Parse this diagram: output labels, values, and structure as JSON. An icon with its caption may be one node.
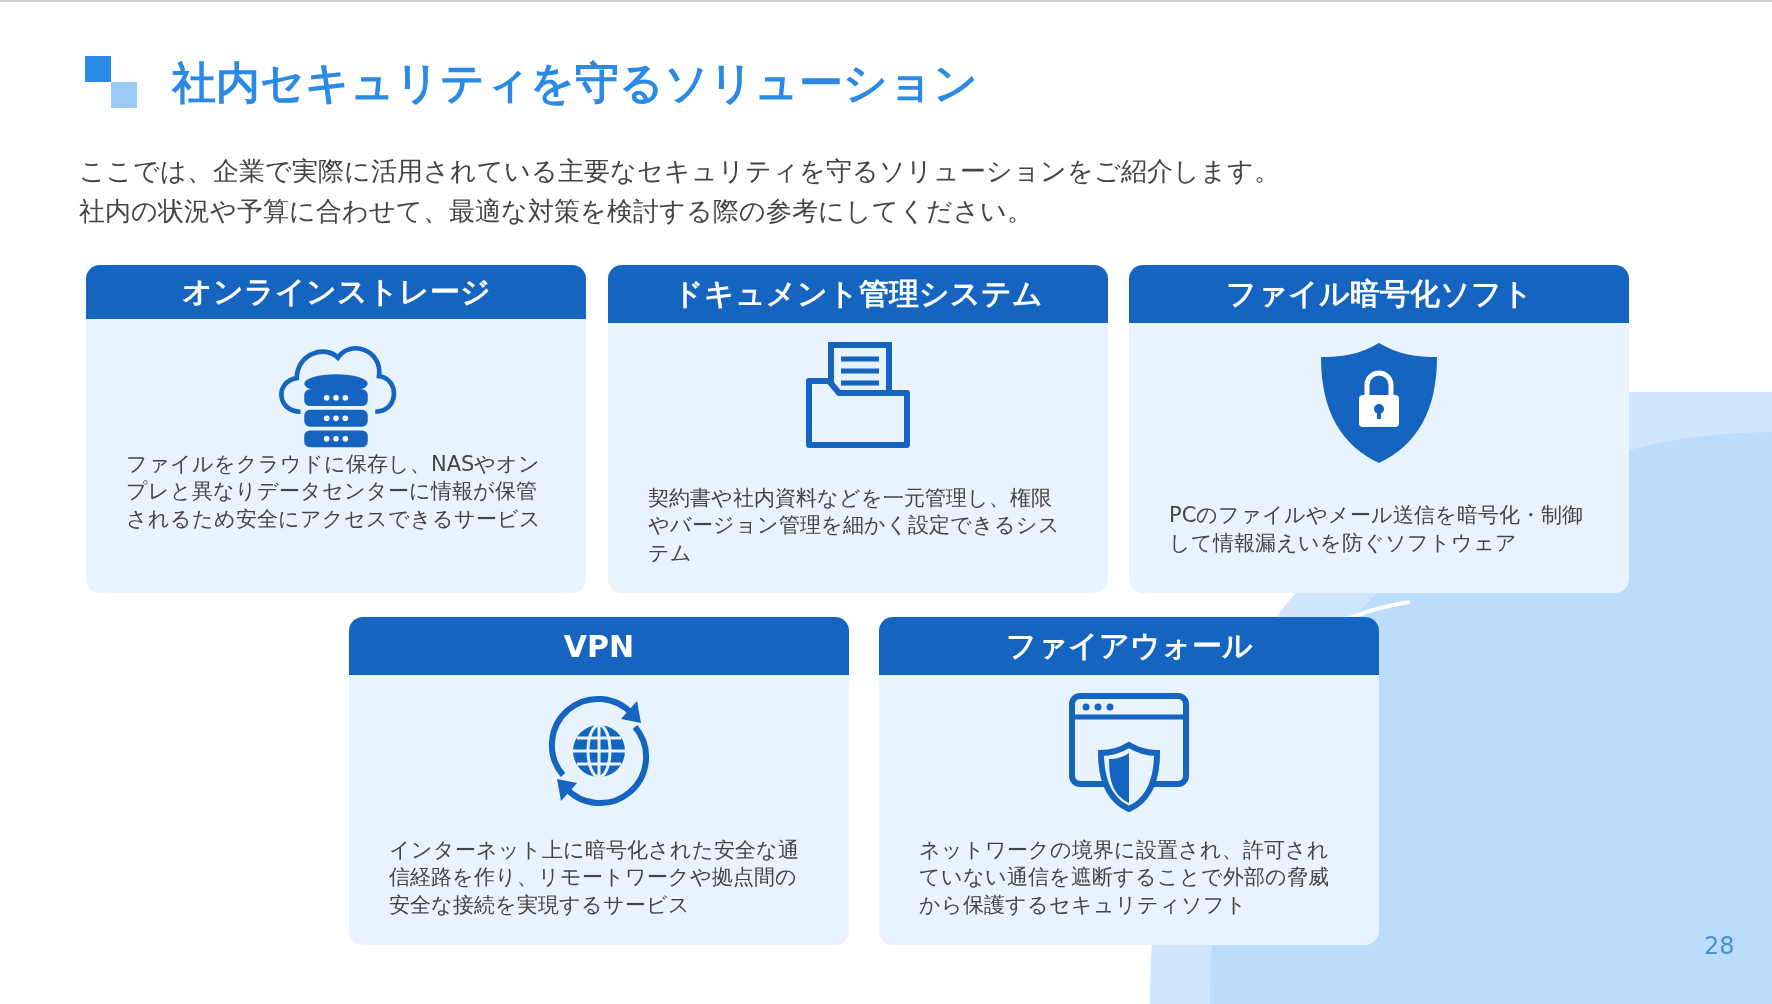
{
  "diagram": {
    "title": "社内セキュリティを守るソリューション",
    "nodes": [
      {
        "text": [
          "オンラインストレージ",
          "ファイルをクラウドに保存し、NASやオンプレと異なりデータセンターに情報が保管されるため安全にアクセスできるサービス"
        ]
      },
      {
        "text": [
          "ドキュメント管理システム",
          "契約書や社内資料などを一元管理し、権限やバージョン管理を細かく設定できるシステム"
        ]
      },
      {
        "text": [
          "ファイル暗号化ソフト",
          "PCのファイルやメール送信を暗号化・制御して情報漏えいを防ぐソフトウェア"
        ]
      },
      {
        "text": [
          "VPN",
          "インターネット上に暗号化された安全な通信経路を作り、リモートワークや拠点間の安全な接続を実現するサービス"
        ]
      },
      {
        "text": [
          "ファイアウォール",
          "ネットワークの境界に設置され、許可されていない通信を遮断することで外部の脅威から保護するセキュリティソフト"
        ]
      }
    ],
    "labels": [
      "ここでは、企業で実際に活用されている主要なセキュリティを守るソリューションをご紹介します。",
      "社内の状況や予算に合わせて、最適な対策を検討する際の参考にしてください。",
      "28"
    ]
  }
}
